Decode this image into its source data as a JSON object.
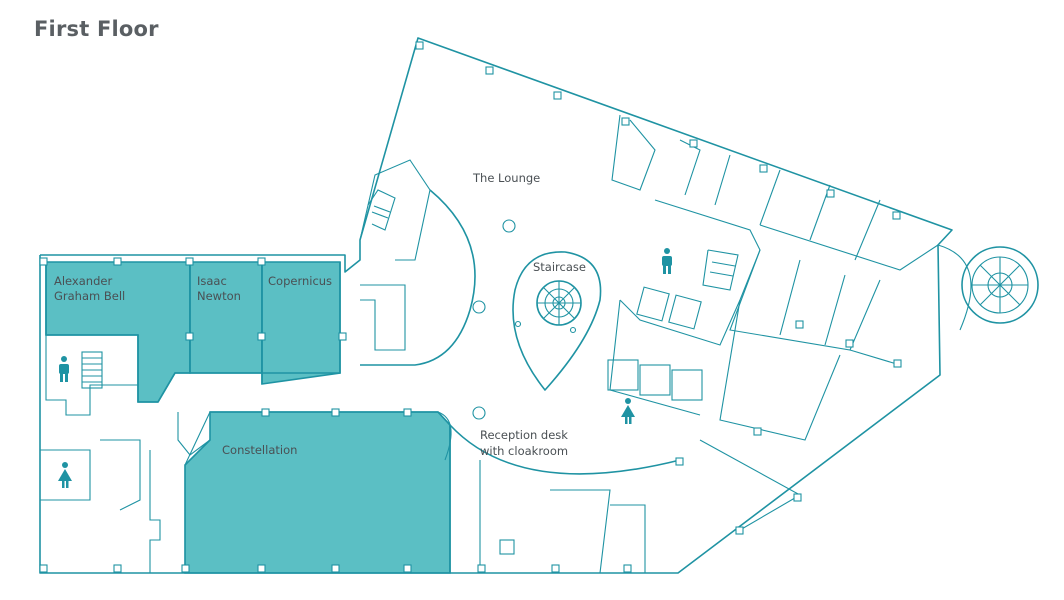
{
  "floor_title": "First Floor",
  "colors": {
    "wall": "#1f93a3",
    "room_fill": "#5bbfc4",
    "label": "#4a5054",
    "title": "#5a5f63"
  },
  "rooms": [
    {
      "id": "agb",
      "label_lines": [
        "Alexander",
        "Graham Bell"
      ],
      "highlighted": true
    },
    {
      "id": "newton",
      "label_lines": [
        "Isaac",
        "Newton"
      ],
      "highlighted": true
    },
    {
      "id": "copernicus",
      "label_lines": [
        "Copernicus"
      ],
      "highlighted": true
    },
    {
      "id": "constellation",
      "label_lines": [
        "Constellation"
      ],
      "highlighted": true
    },
    {
      "id": "lounge",
      "label_lines": [
        "The Lounge"
      ],
      "highlighted": false
    },
    {
      "id": "staircase",
      "label_lines": [
        "Staircase"
      ],
      "highlighted": false
    },
    {
      "id": "reception",
      "label_lines": [
        "Reception desk",
        "with cloakroom"
      ],
      "highlighted": false
    }
  ],
  "icons": [
    "toilet-male-icon",
    "toilet-female-icon",
    "stairs-icon",
    "spiral-stair-icon"
  ]
}
